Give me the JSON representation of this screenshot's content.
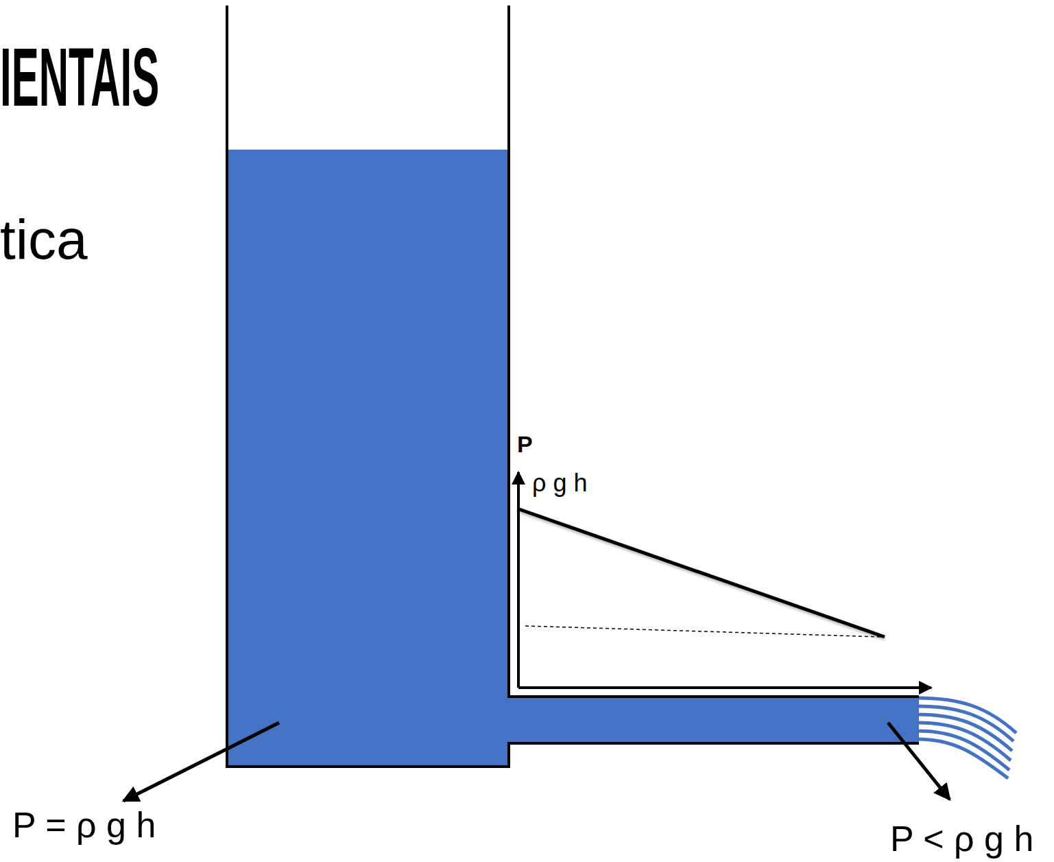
{
  "diagram": {
    "labels": [
      "IENTAIS",
      "tica",
      "P",
      "ρ g h",
      "P = ρ g h",
      "P < ρ g h"
    ]
  }
}
